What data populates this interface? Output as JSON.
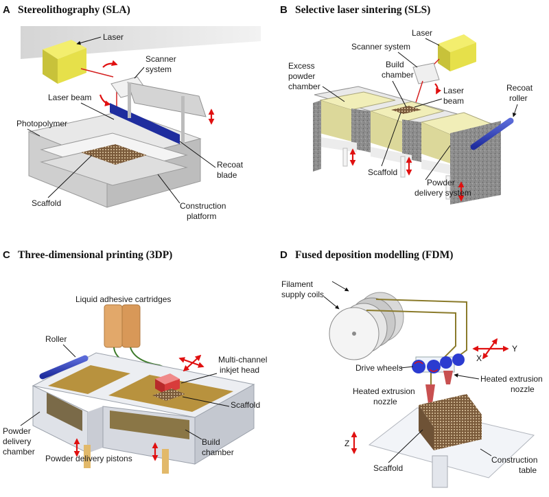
{
  "panels": {
    "a": {
      "letter": "A",
      "title": "Stereolithography (SLA)",
      "labels": {
        "laser": "Laser",
        "scanner_1": "Scanner",
        "scanner_2": "system",
        "laser_beam": "Laser beam",
        "photopolymer": "Photopolymer",
        "recoat_1": "Recoat",
        "recoat_2": "blade",
        "scaffold": "Scaffold",
        "platform_1": "Construction",
        "platform_2": "platform"
      }
    },
    "b": {
      "letter": "B",
      "title": "Selective laser sintering (SLS)",
      "labels": {
        "laser": "Laser",
        "scanner": "Scanner system",
        "excess_1": "Excess",
        "excess_2": "powder",
        "excess_3": "chamber",
        "build_1": "Build",
        "build_2": "chamber",
        "beam_1": "Laser",
        "beam_2": "beam",
        "roller_1": "Recoat",
        "roller_2": "roller",
        "scaffold": "Scaffold",
        "delivery_1": "Powder",
        "delivery_2": "delivery system"
      }
    },
    "c": {
      "letter": "C",
      "title": "Three-dimensional printing (3DP)",
      "labels": {
        "cartridges": "Liquid adhesive cartridges",
        "roller": "Roller",
        "head_1": "Multi-channel",
        "head_2": "inkjet head",
        "scaffold": "Scaffold",
        "delivery_1": "Powder",
        "delivery_2": "delivery",
        "delivery_3": "chamber",
        "pistons": "Powder delivery pistons",
        "build_1": "Build",
        "build_2": "chamber"
      }
    },
    "d": {
      "letter": "D",
      "title": "Fused deposition modelling (FDM)",
      "labels": {
        "filament_1": "Filament",
        "filament_2": "supply coils",
        "drive": "Drive wheels",
        "axis_x": "X",
        "axis_y": "Y",
        "axis_z": "Z",
        "nozzle_right_1": "Heated extrusion",
        "nozzle_right_2": "nozzle",
        "nozzle_left_1": "Heated extrusion",
        "nozzle_left_2": "nozzle",
        "scaffold": "Scaffold",
        "table_1": "Construction",
        "table_2": "table"
      }
    }
  },
  "colors": {
    "laser_body": "#e6e04a",
    "laser_beam": "#d42020",
    "frame_grey": "#c9c9c9",
    "blade_blue": "#1f2d9e",
    "powder_yellow": "#f1eeb8",
    "granite": "#8a8a8a",
    "cartridge_tan": "#e2a86a",
    "bed_brown": "#b8923e",
    "inkjet_red": "#d83b3b",
    "scaffold_brown": "#6e5236",
    "arrow_red": "#e01010"
  }
}
